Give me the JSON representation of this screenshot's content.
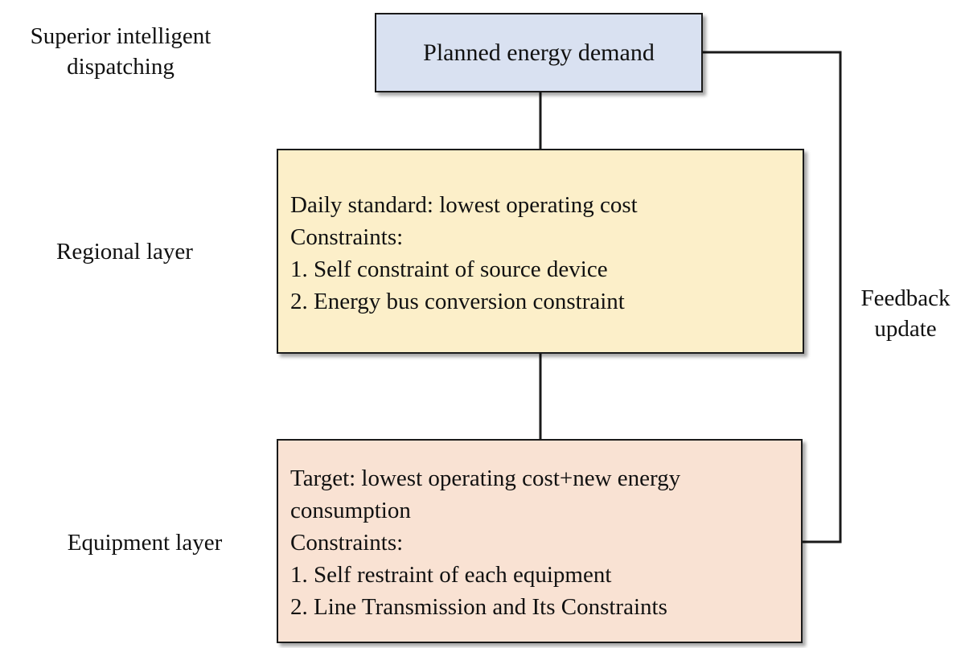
{
  "colors": {
    "dispatch_box": "#d9e1f1",
    "regional_box": "#fcefc9",
    "equipment_box": "#f9e2d3",
    "line": "#1a1a1a"
  },
  "left_labels": {
    "superior": [
      "Superior intelligent",
      "dispatching"
    ],
    "regional": "Regional layer",
    "equipment": "Equipment layer"
  },
  "dispatch_box": {
    "text": "Planned energy demand"
  },
  "regional_box": {
    "lines": [
      "Daily standard: lowest operating cost",
      "Constraints:",
      "1. Self constraint of source device",
      "2. Energy bus conversion constraint"
    ]
  },
  "equipment_box": {
    "lines": [
      "Target: lowest operating cost+new energy",
      "consumption",
      "Constraints:",
      "1. Self restraint of each equipment",
      "2. Line Transmission and Its Constraints"
    ]
  },
  "feedback": {
    "lines": [
      "Feedback",
      "update"
    ]
  }
}
